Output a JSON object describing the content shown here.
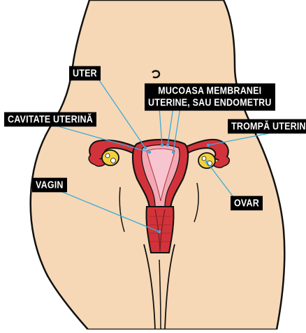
{
  "labels": {
    "uter": "UTER",
    "mucoasa_line1": "MUCOASA MEMBRANEI",
    "mucoasa_line2": "UTERINE, SAU ENDOMETRU",
    "cavitate": "CAVITATE UTERINĂ",
    "trompa": "TROMPĂ UTERINĂ",
    "vagin": "VAGIN",
    "ovar": "OVAR"
  },
  "colors": {
    "skin": "#f6d8b6",
    "outline": "#111111",
    "uterus": "#d2333a",
    "endometrium": "#f2a9b4",
    "cavity": "#f7c5cf",
    "ovary": "#f2d23a",
    "leader": "#3fa9d8"
  }
}
